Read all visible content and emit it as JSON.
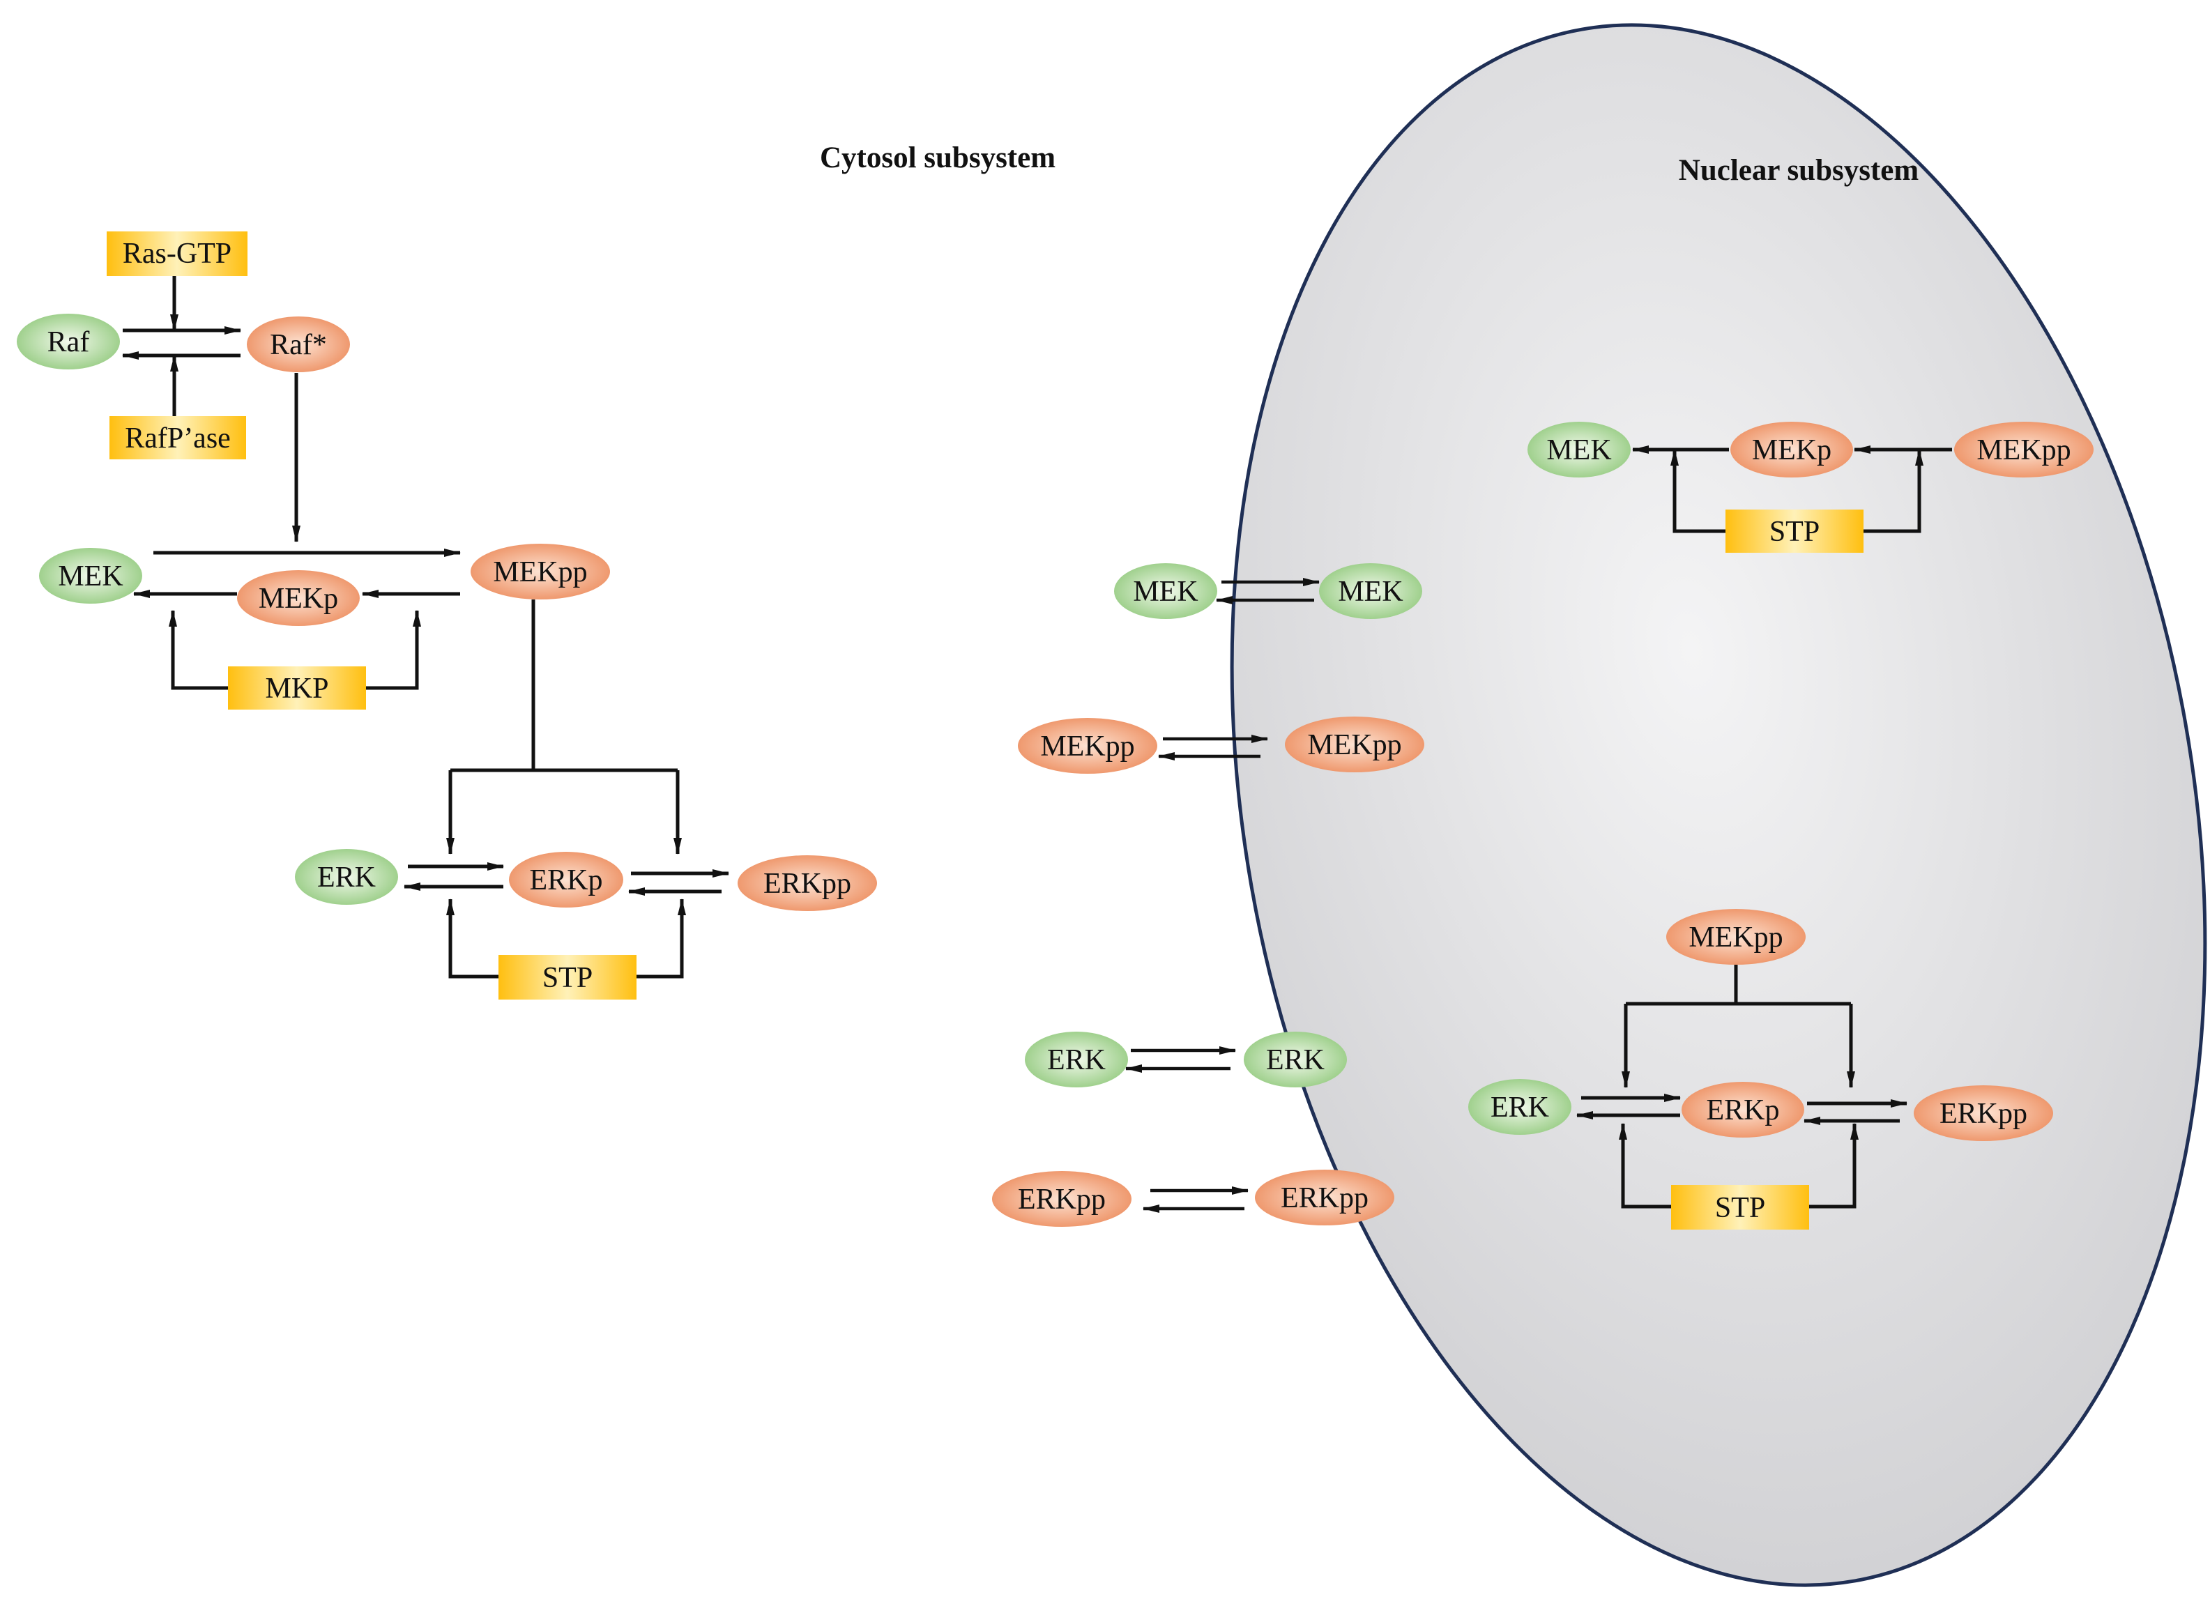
{
  "titles": {
    "cytosol": "Cytosol subsystem",
    "nuclear": "Nuclear subsystem"
  },
  "colors": {
    "green_node": "#9dcf8a",
    "orange_node": "#ef9a6e",
    "enzyme_box": "#ffc21a",
    "nucleus_fill": "#d4d4d6",
    "nucleus_edge": "#1f2f55"
  },
  "cytosol": {
    "ras_gtp": "Ras-GTP",
    "raf": "Raf",
    "raf_active": "Raf*",
    "raf_phosphatase": "RafP’ase",
    "mek": "MEK",
    "mekp": "MEKp",
    "mekpp": "MEKpp",
    "mkp": "MKP",
    "erk": "ERK",
    "erkp": "ERKp",
    "erkpp": "ERKpp",
    "stp": "STP"
  },
  "transport": {
    "mek_cyt": "MEK",
    "mek_nuc": "MEK",
    "mekpp_cyt": "MEKpp",
    "mekpp_nuc": "MEKpp",
    "erk_cyt": "ERK",
    "erk_nuc": "ERK",
    "erkpp_cyt": "ERKpp",
    "erkpp_nuc": "ERKpp"
  },
  "nuclear": {
    "mek": "MEK",
    "mekp": "MEKp",
    "mekpp": "MEKpp",
    "stp_top": "STP",
    "mekpp_kinase": "MEKpp",
    "erk": "ERK",
    "erkp": "ERKp",
    "erkpp": "ERKpp",
    "stp_bottom": "STP"
  }
}
